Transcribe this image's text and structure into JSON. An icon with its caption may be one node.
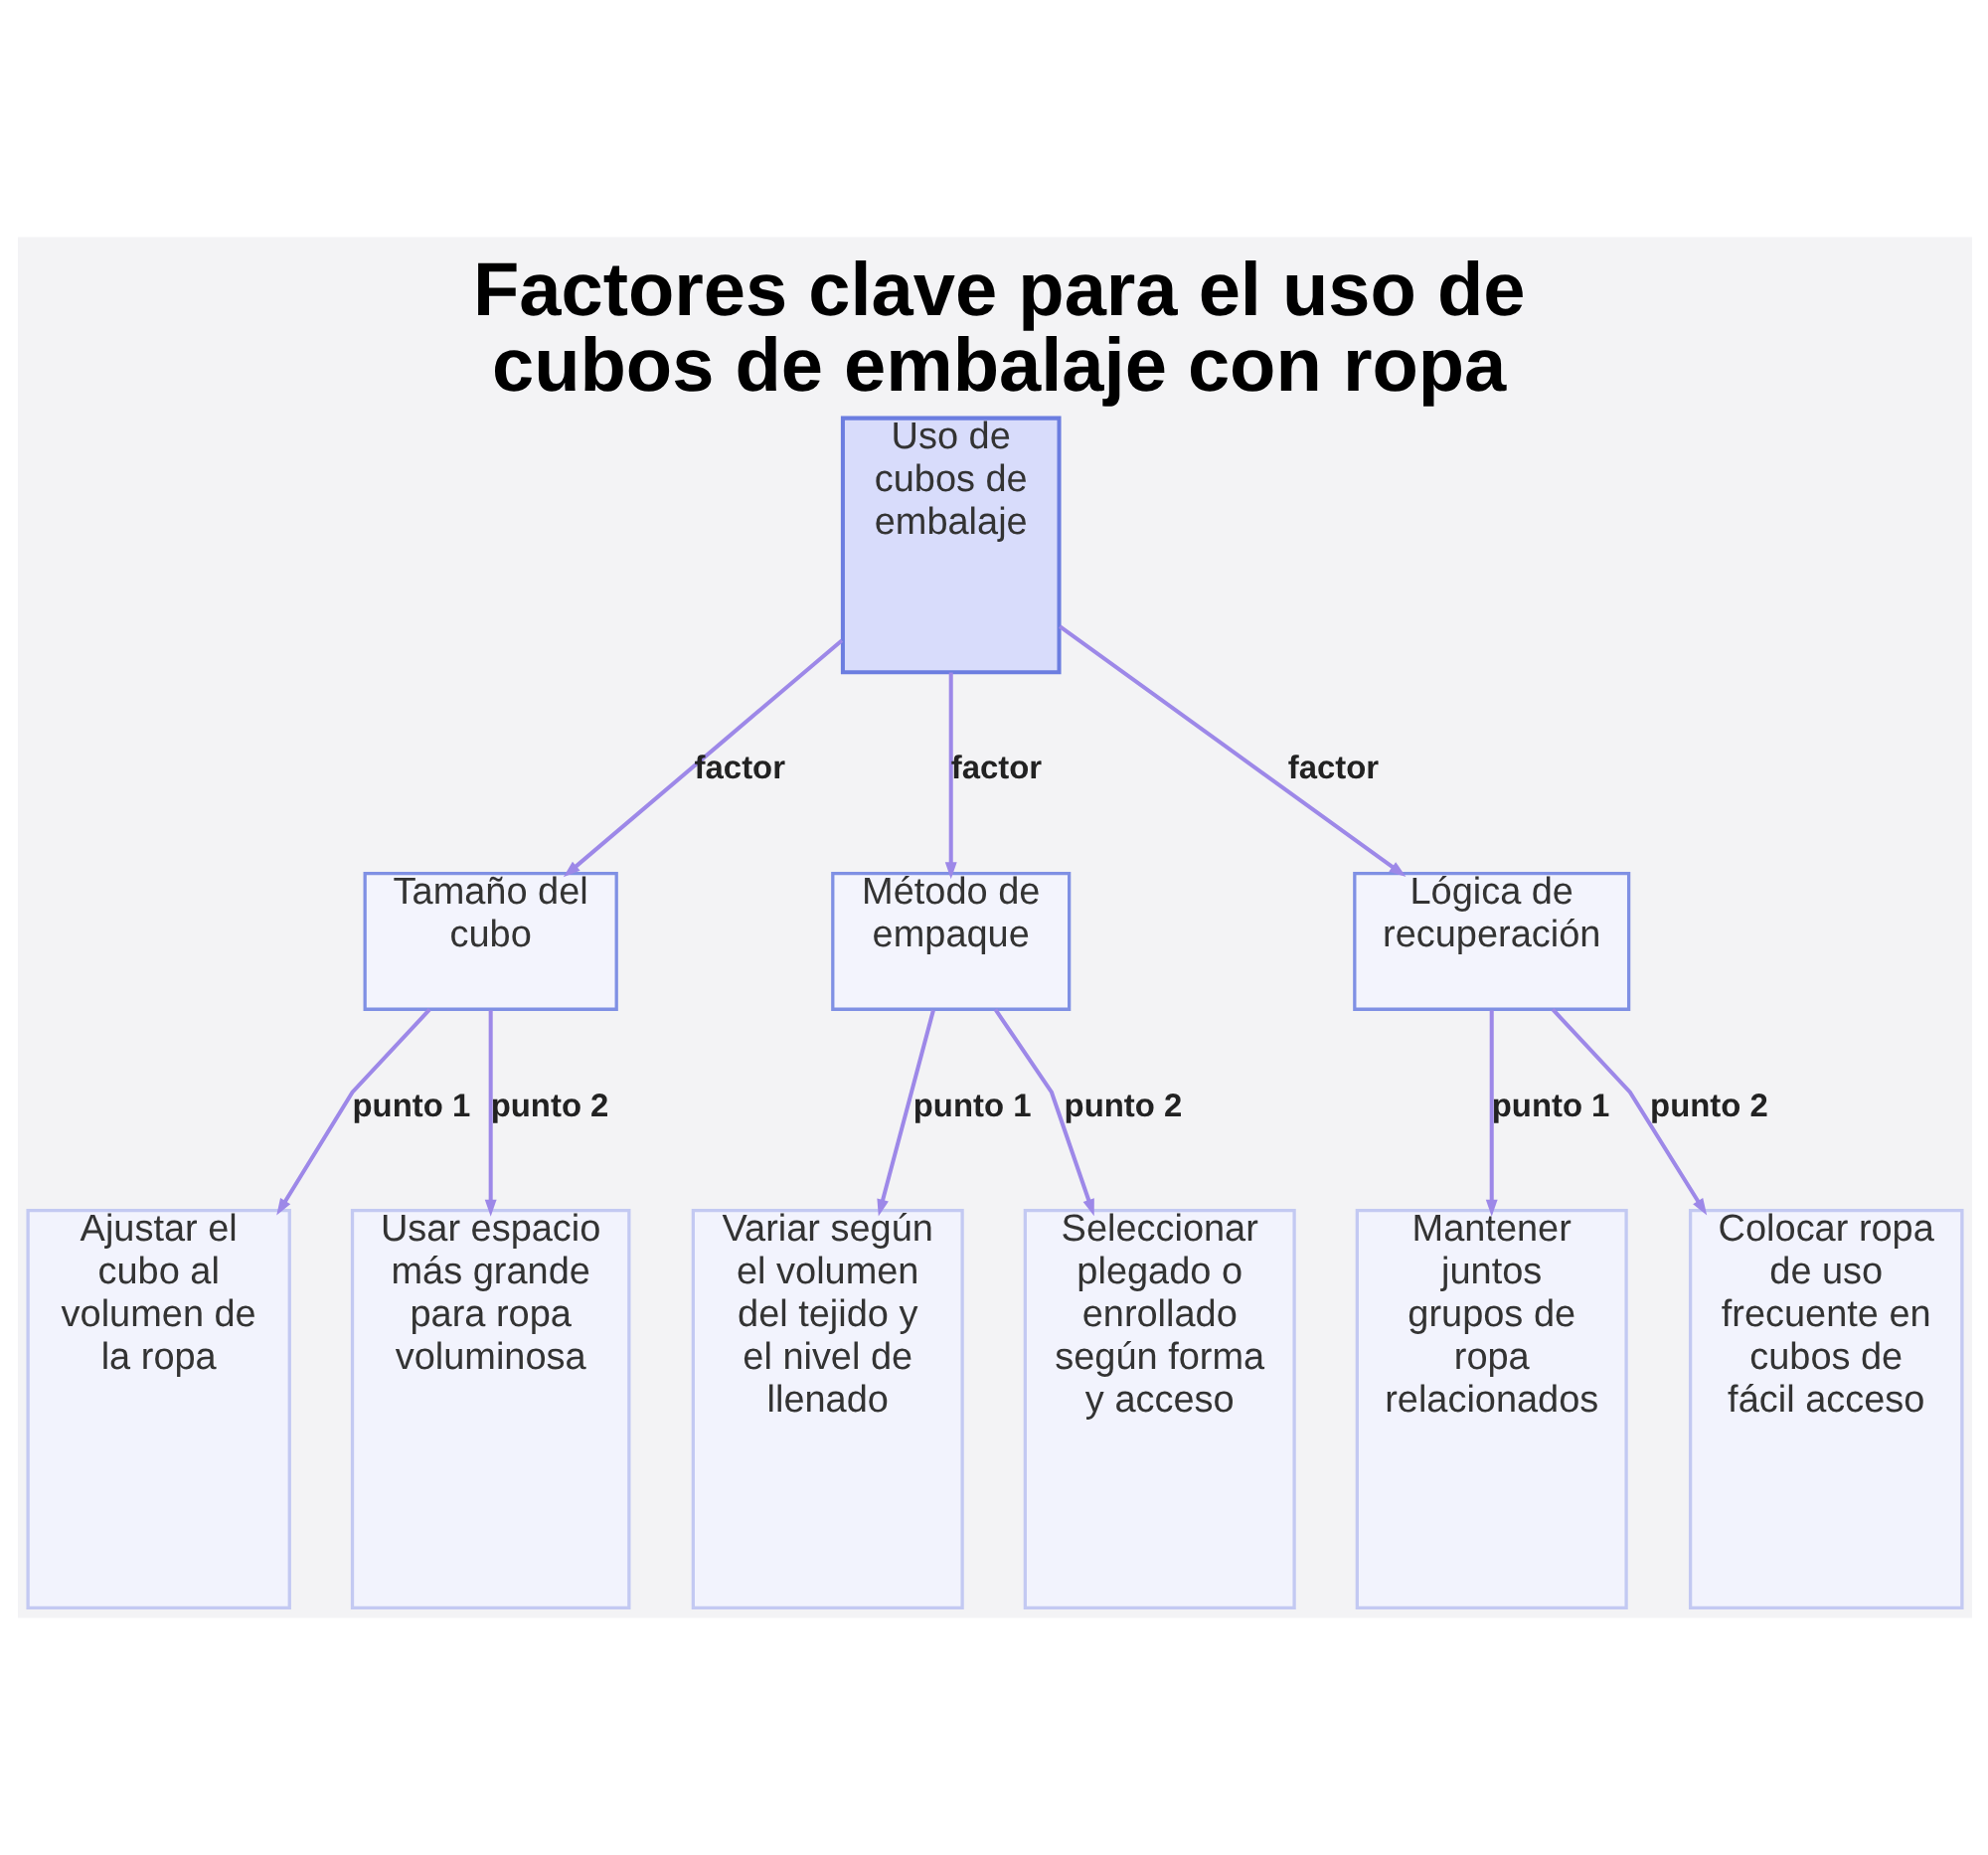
{
  "diagram": {
    "title": "Factores clave para el uso de cubos de embalaje con ropa",
    "nodes": [
      {
        "text": [
          "Uso de cubos de embalaje"
        ]
      },
      {
        "text": [
          "Tamaño del cubo"
        ]
      },
      {
        "text": [
          "Método de empaque"
        ]
      },
      {
        "text": [
          "Lógica de recuperación"
        ]
      },
      {
        "text": [
          "Ajustar el cubo al volumen de la ropa"
        ]
      },
      {
        "text": [
          "Usar espacio más grande para ropa voluminosa"
        ]
      },
      {
        "text": [
          "Variar según el volumen del tejido y el nivel de llenado"
        ]
      },
      {
        "text": [
          "Seleccionar plegado o enrollado según forma y acceso"
        ]
      },
      {
        "text": [
          "Mantener juntos grupos de ropa relacionados"
        ]
      },
      {
        "text": [
          "Colocar ropa de uso frecuente en cubos de fácil acceso"
        ]
      }
    ],
    "edges": [
      {
        "from": 0,
        "to": 1,
        "arrow": "to",
        "label": "factor"
      },
      {
        "from": 0,
        "to": 2,
        "arrow": "to",
        "label": "factor"
      },
      {
        "from": 0,
        "to": 3,
        "arrow": "to",
        "label": "factor"
      },
      {
        "from": 1,
        "to": 4,
        "arrow": "to",
        "label": "punto 1"
      },
      {
        "from": 1,
        "to": 5,
        "arrow": "to",
        "label": "punto 2"
      },
      {
        "from": 2,
        "to": 6,
        "arrow": "to",
        "label": "punto 1"
      },
      {
        "from": 2,
        "to": 7,
        "arrow": "to",
        "label": "punto 2"
      },
      {
        "from": 3,
        "to": 8,
        "arrow": "to",
        "label": "punto 1"
      },
      {
        "from": 3,
        "to": 9,
        "arrow": "to",
        "label": "punto 2"
      }
    ]
  }
}
